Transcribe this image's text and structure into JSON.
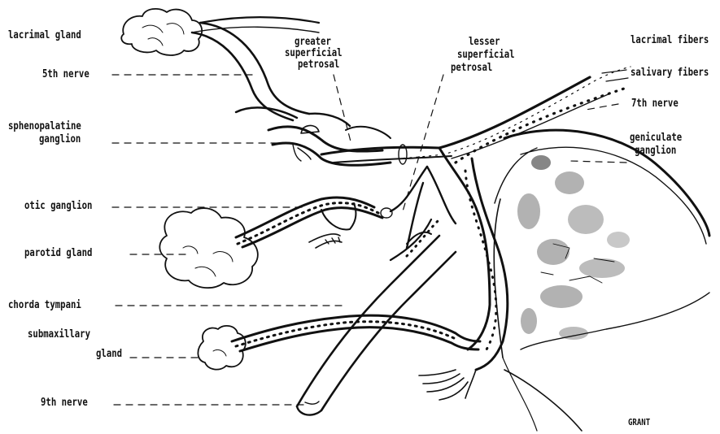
{
  "labels": {
    "lacrimal_gland": "lacrimal gland",
    "fifth_nerve": "5th nerve",
    "sphenopalatine_1": "sphenopalatine",
    "sphenopalatine_2": "ganglion",
    "otic_ganglion": "otic ganglion",
    "parotid_gland": "parotid gland",
    "chorda_tympani": "chorda tympani",
    "submaxillary_1": "submaxillary",
    "submaxillary_2": "gland",
    "ninth_nerve": "9th nerve",
    "greater_1": "greater",
    "greater_2": "superficial",
    "greater_3": "petrosal",
    "lesser_1": "lesser",
    "lesser_2": "superficial",
    "lesser_3": "petrosal",
    "lacrimal_fibers": "lacrimal fibers",
    "salivary_fibers": "salivary fibers",
    "seventh_nerve": "7th nerve",
    "geniculate_1": "geniculate",
    "geniculate_2": "ganglion"
  },
  "signature": "GRANT",
  "colors": {
    "ink": "#111111",
    "background": "#ffffff"
  }
}
